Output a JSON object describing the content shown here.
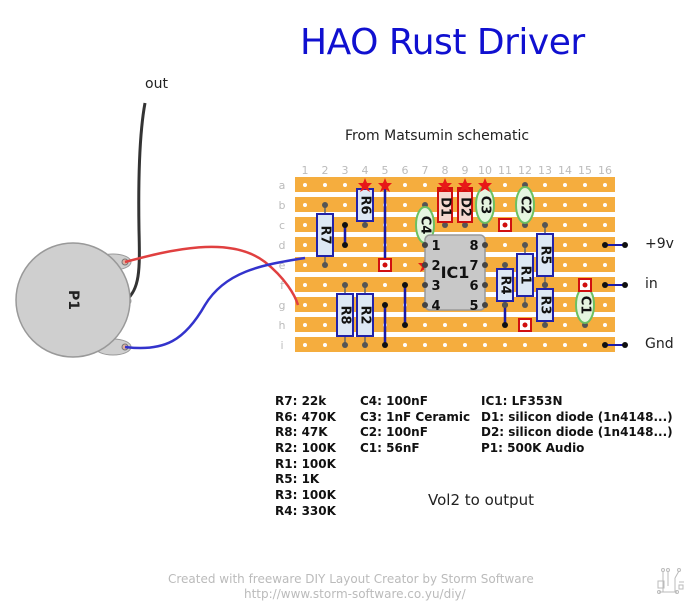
{
  "title": "HAO Rust Driver",
  "subtitle": "From Matsumin schematic",
  "board": {
    "columns": [
      "1",
      "2",
      "3",
      "4",
      "5",
      "6",
      "7",
      "8",
      "9",
      "10",
      "11",
      "12",
      "13",
      "14",
      "15",
      "16"
    ],
    "rows": [
      "a",
      "b",
      "c",
      "d",
      "e",
      "f",
      "g",
      "h",
      "i"
    ],
    "strip_color": "#f5ad3e",
    "cuts": [
      {
        "row": "e",
        "col": 5
      },
      {
        "row": "c",
        "col": 11
      },
      {
        "row": "f",
        "col": 15
      },
      {
        "row": "h",
        "col": 12
      }
    ]
  },
  "components": {
    "resistors": [
      {
        "ref": "R7",
        "col": 2,
        "from": "b",
        "to": "e"
      },
      {
        "ref": "R6",
        "col": 4,
        "from": "a",
        "to": "c"
      },
      {
        "ref": "R8",
        "col": 3,
        "from": "f",
        "to": "i"
      },
      {
        "ref": "R2",
        "col": 4,
        "from": "f",
        "to": "i"
      },
      {
        "ref": "R5",
        "col": 13,
        "from": "c",
        "to": "f"
      },
      {
        "ref": "R4",
        "col": 11,
        "from": "e",
        "to": "g"
      },
      {
        "ref": "R1",
        "col": 12,
        "from": "d",
        "to": "g"
      },
      {
        "ref": "R3",
        "col": 13,
        "from": "f",
        "to": "h"
      }
    ],
    "capacitors": [
      {
        "ref": "C4",
        "col": 7,
        "from": "b",
        "to": "d"
      },
      {
        "ref": "C3",
        "col": 10,
        "from": "a",
        "to": "c"
      },
      {
        "ref": "C2",
        "col": 12,
        "from": "a",
        "to": "c"
      },
      {
        "ref": "C1",
        "col": 15,
        "from": "f",
        "to": "h"
      }
    ],
    "diodes": [
      {
        "ref": "D1",
        "col": 8,
        "from": "a",
        "to": "c"
      },
      {
        "ref": "D2",
        "col": 9,
        "from": "a",
        "to": "c"
      }
    ],
    "ic": {
      "ref": "IC1",
      "pins_left": [
        "1",
        "2",
        "3",
        "4"
      ],
      "pins_right": [
        "8",
        "7",
        "6",
        "5"
      ]
    },
    "pot": {
      "ref": "P1"
    }
  },
  "connectors": [
    {
      "label": "+9v",
      "row": "d"
    },
    {
      "label": "in",
      "row": "f"
    },
    {
      "label": "Gnd",
      "row": "i"
    }
  ],
  "out_label": "out",
  "bom": {
    "col1": [
      "R7: 22k",
      "R6: 470K",
      "R8: 47K",
      "R2: 100K",
      "R1: 100K",
      "R5: 1K",
      "R3: 100K",
      "R4: 330K"
    ],
    "col2": [
      "C4: 100nF",
      "C3: 1nF Ceramic",
      "C2: 100nF",
      "C1: 56nF"
    ],
    "col3": [
      "IC1: LF353N",
      "D1: silicon diode (1n4148...)",
      "D2: silicon diode (1n4148...)",
      "P1: 500K Audio"
    ]
  },
  "vol_note": "Vol2 to output",
  "footer": {
    "line1": "Created with freeware DIY Layout Creator by Storm Software",
    "line2": "http://www.storm-software.co.yu/diy/"
  }
}
